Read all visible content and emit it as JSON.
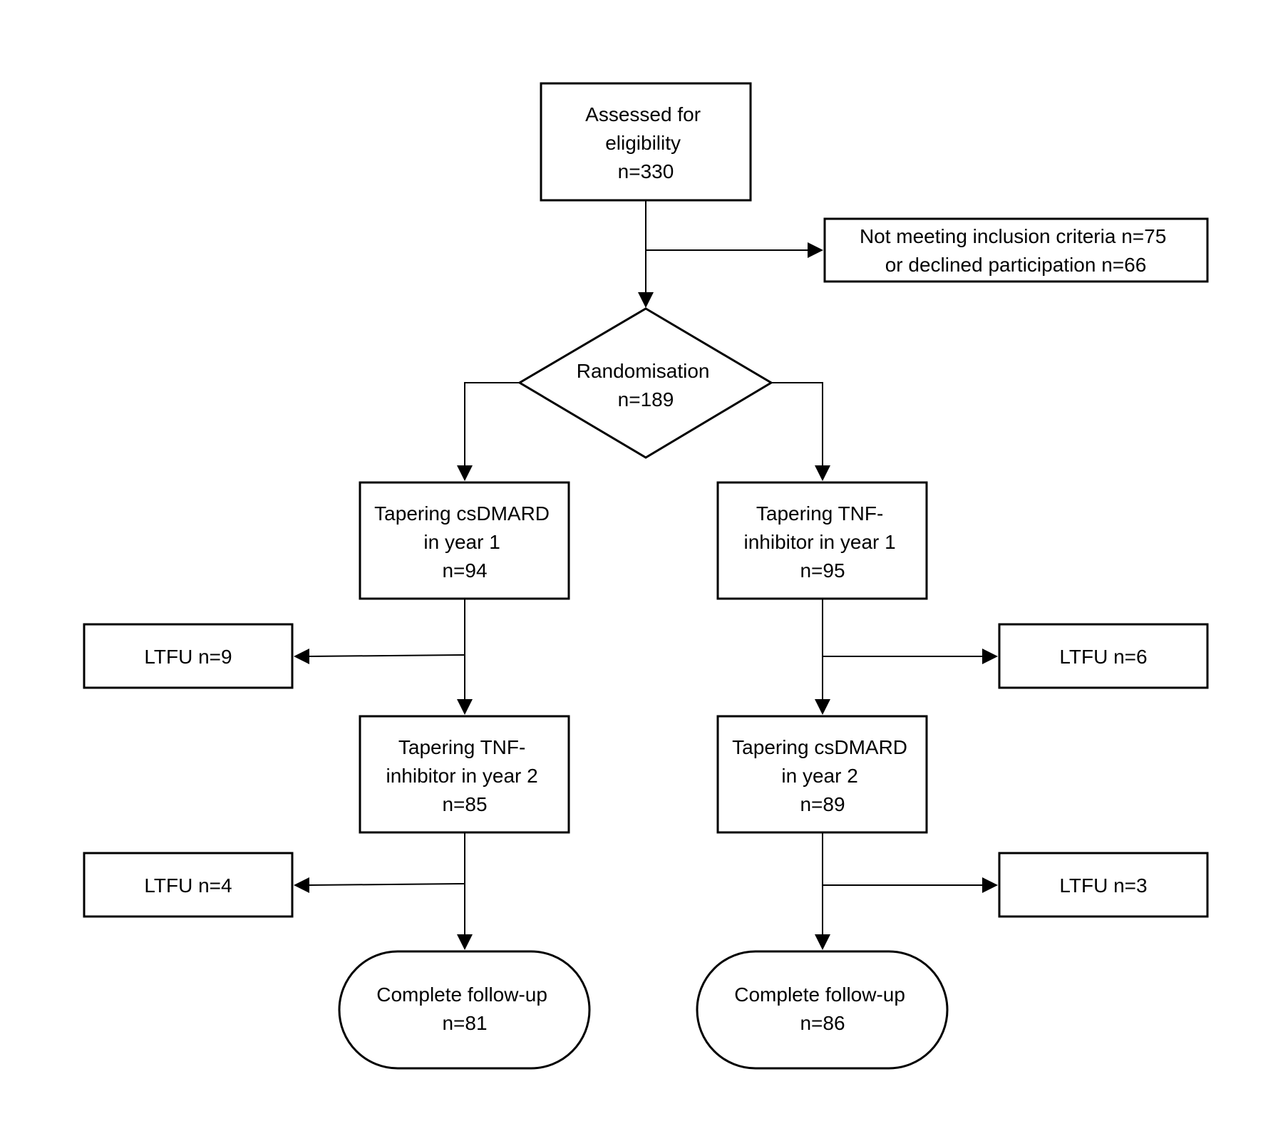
{
  "nodes": {
    "assessed": {
      "lines": [
        "Assessed for",
        "eligibility",
        "n=330"
      ]
    },
    "excluded": {
      "lines": [
        "Not meeting inclusion criteria n=75",
        "or declined participation n=66"
      ]
    },
    "randomisation": {
      "lines": [
        "Randomisation",
        "n=189"
      ]
    },
    "left_year1": {
      "lines": [
        "Tapering csDMARD",
        "in year 1",
        "n=94"
      ]
    },
    "right_year1": {
      "lines": [
        "Tapering TNF-",
        "inhibitor in year 1",
        "n=95"
      ]
    },
    "left_ltfu1": {
      "lines": [
        "LTFU n=9"
      ]
    },
    "right_ltfu1": {
      "lines": [
        "LTFU n=6"
      ]
    },
    "left_year2": {
      "lines": [
        "Tapering TNF-",
        "inhibitor in year 2",
        "n=85"
      ]
    },
    "right_year2": {
      "lines": [
        "Tapering csDMARD",
        "in year 2",
        "n=89"
      ]
    },
    "left_ltfu2": {
      "lines": [
        "LTFU n=4"
      ]
    },
    "right_ltfu2": {
      "lines": [
        "LTFU n=3"
      ]
    },
    "left_complete": {
      "lines": [
        "Complete follow-up",
        "n=81"
      ]
    },
    "right_complete": {
      "lines": [
        "Complete follow-up",
        "n=86"
      ]
    }
  }
}
